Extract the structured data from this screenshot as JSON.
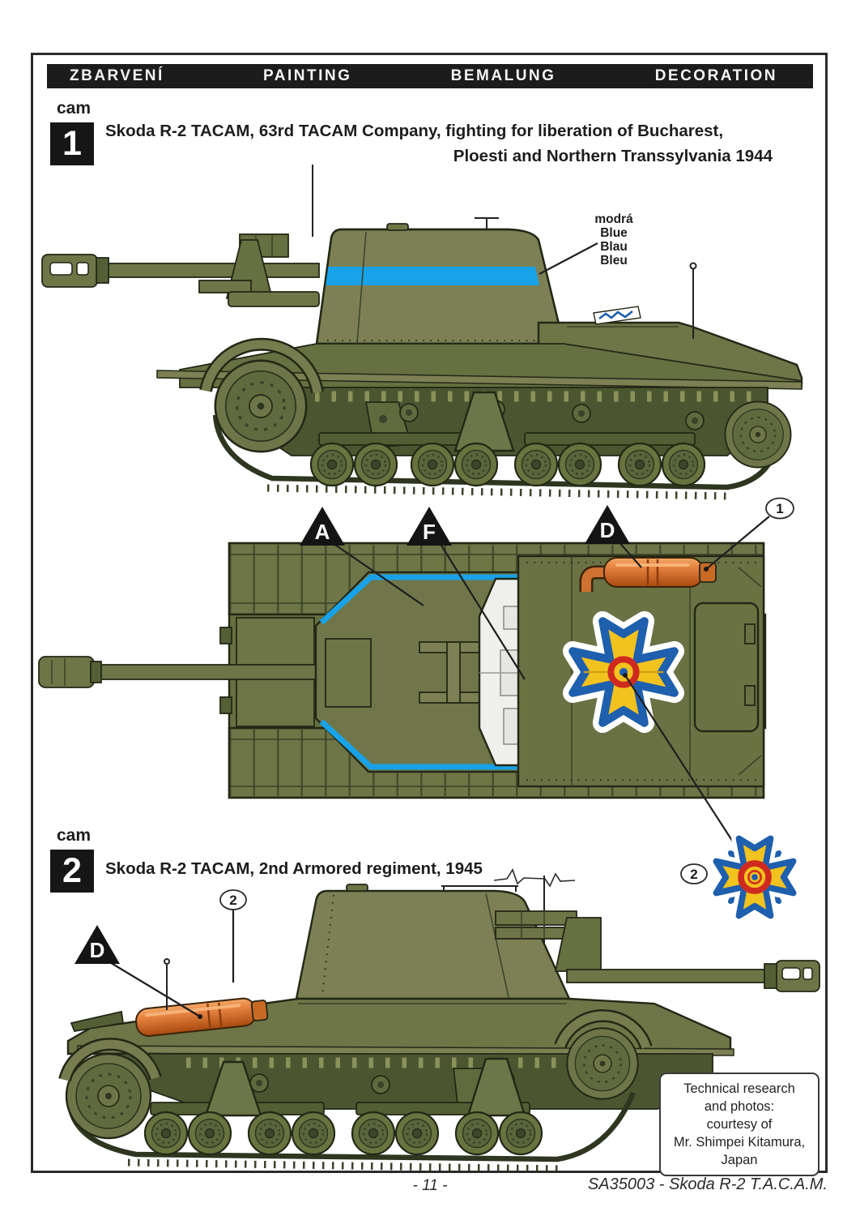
{
  "header": {
    "labels": {
      "czech": "ZBARVENÍ",
      "english": "PAINTING",
      "german": "BEMALUNG",
      "french": "DECORATION"
    }
  },
  "scheme1": {
    "cam_label": "cam",
    "number": "1",
    "title_line1": "Skoda R-2 TACAM, 63rd TACAM Company, fighting for liberation of Bucharest,",
    "title_line2": "Ploesti and Northern Transsylvania 1944"
  },
  "scheme2": {
    "cam_label": "cam",
    "number": "2",
    "title": "Skoda R-2 TACAM, 2nd Armored regiment, 1945"
  },
  "color_callout": {
    "line1": "modrá",
    "line2": "Blue",
    "line3": "Blau",
    "line4": "Bleu"
  },
  "markers": {
    "letter_a": "A",
    "letter_f": "F",
    "letter_d": "D",
    "circle_1": "1",
    "circle_2": "2"
  },
  "credit_box": {
    "line1": "Technical research",
    "line2": "and photos:",
    "line3": "courtesy of",
    "line4": "Mr. Shimpei Kitamura, Japan"
  },
  "footer": {
    "page_number": "- 11 -",
    "kit_reference": "SA35003 - Skoda R-2 T.A.C.A.M."
  },
  "colors": {
    "header_bar": "#1c1c1c",
    "camouflage_olive": "#6e7547",
    "stripe_blue": "#18a2e8",
    "extinguisher_orange": "#dd7b35",
    "emblem_yellow": "#f2c21e",
    "emblem_blue": "#1e5fae",
    "emblem_red": "#cf2a20"
  }
}
